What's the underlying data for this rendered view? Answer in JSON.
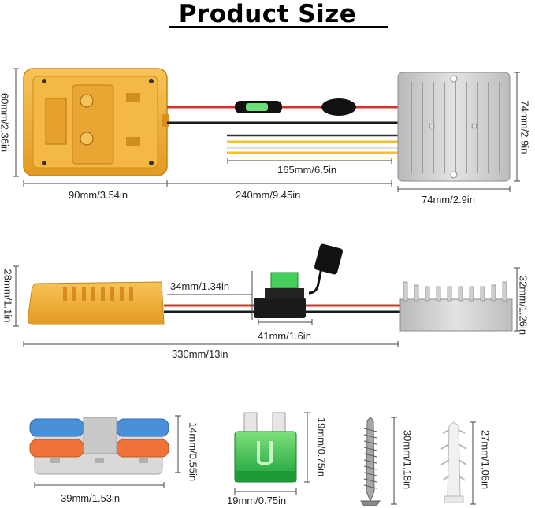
{
  "title": "Product Size",
  "section1": {
    "adapter_height": "60mm/2.36in",
    "adapter_width": "90mm/3.54in",
    "cable_length": "240mm/9.45in",
    "lead_length": "165mm/6.5in",
    "converter_width": "74mm/2.9in",
    "converter_height": "74mm/2.9in"
  },
  "section2": {
    "adapter_height": "28mm/1.1in",
    "fuse_holder_height": "34mm/1.34in",
    "fuse_holder_length": "41mm/1.6in",
    "total_length": "330mm/13in",
    "converter_height": "32mm/1.26in"
  },
  "section3": {
    "connector_height": "14mm/0.55in",
    "connector_width": "39mm/1.53in",
    "fuse_height": "19mm/0.75in",
    "fuse_width": "19mm/0.75in",
    "screw_length": "30mm/1.18in",
    "anchor_length": "27mm/1.06in"
  },
  "colors": {
    "adapter": "#f2b03a",
    "converter": "#c9c9c9",
    "fuse": "#2fb24a",
    "wire_red": "#d9302a",
    "wire_black": "#1a1a1a",
    "wire_yellow": "#f3c22b"
  }
}
